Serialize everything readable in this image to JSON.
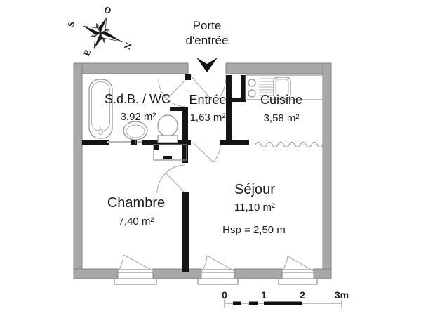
{
  "entrance": {
    "label_line1": "Porte",
    "label_line2": "d'entrée"
  },
  "rooms": {
    "bathroom": {
      "name": "S.d.B. / WC",
      "area": "3,92 m²"
    },
    "hall": {
      "name": "Entrée",
      "area": "1,63 m²"
    },
    "kitchen": {
      "name": "Cuisine",
      "area": "3,58 m²"
    },
    "bedroom": {
      "name": "Chambre",
      "area": "7,40 m²"
    },
    "living": {
      "name": "Séjour",
      "area": "11,10 m²",
      "ceiling_height": "Hsp = 2,50 m"
    }
  },
  "compass": {
    "north": "N",
    "south": "S",
    "east": "E",
    "west": "O"
  },
  "scale_bar": {
    "tick0": "0",
    "tick1": "1",
    "tick2": "2",
    "tick3": "3m"
  },
  "colors": {
    "exterior_wall": "#a8a8a8",
    "interior_wall": "#141414",
    "fixture_line": "#8f8f8f",
    "text": "#1a1a1a",
    "background": "#ffffff"
  }
}
